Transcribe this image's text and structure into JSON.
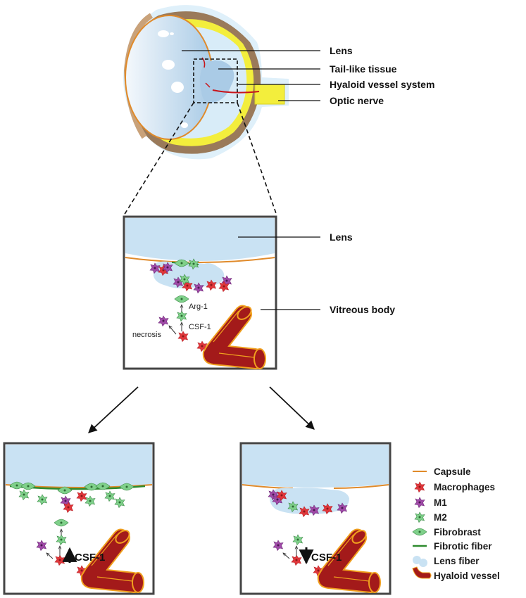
{
  "eye_labels": {
    "lens": "Lens",
    "tail": "Tail-like tissue",
    "hyaloid": "Hyaloid vessel system",
    "optic": "Optic nerve"
  },
  "panel_labels": {
    "lens": "Lens",
    "vitreous": "Vitreous body",
    "arg1": "Arg-1",
    "csf1": "CSF-1",
    "necrosis": "necrosis"
  },
  "bottom_labels": {
    "left_csf1": "CSF-1",
    "right_csf1": "CSF-1"
  },
  "legend": [
    {
      "label": "Capsule",
      "icon": "capsule-line"
    },
    {
      "label": "Macrophages",
      "icon": "macrophage-cell"
    },
    {
      "label": "M1",
      "icon": "m1-cell"
    },
    {
      "label": "M2",
      "icon": "m2-cell"
    },
    {
      "label": "Fibrobrast",
      "icon": "fibroblast-cell"
    },
    {
      "label": "Fibrotic fiber",
      "icon": "fibrotic-fiber-line"
    },
    {
      "label": "Lens fiber",
      "icon": "lens-fiber-blob"
    },
    {
      "label": "Hyaloid vessel",
      "icon": "hyaloid-vessel"
    }
  ],
  "colors": {
    "lens": "#c9e2f3",
    "capsule": "#e08a2a",
    "macrophage": "#e0373b",
    "m1": "#a04aa8",
    "m2": "#7fd08a",
    "fiber": "#2e8b2e",
    "vessel": "#a31a1a",
    "vessel_edge": "#f0a01e",
    "sclera": "#9a7a5a",
    "retina": "#f3ee3c"
  }
}
